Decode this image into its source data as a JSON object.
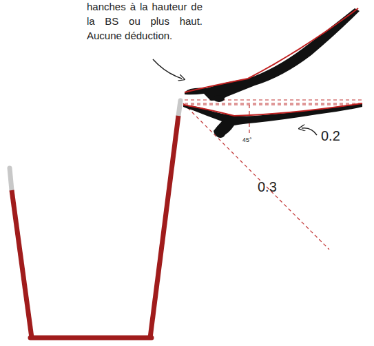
{
  "diagram": {
    "labels": [
      "hanches à la hauteur de la BS ou plus haut. Aucune déduction.",
      "45°",
      "0.2",
      "0.3"
    ]
  }
}
